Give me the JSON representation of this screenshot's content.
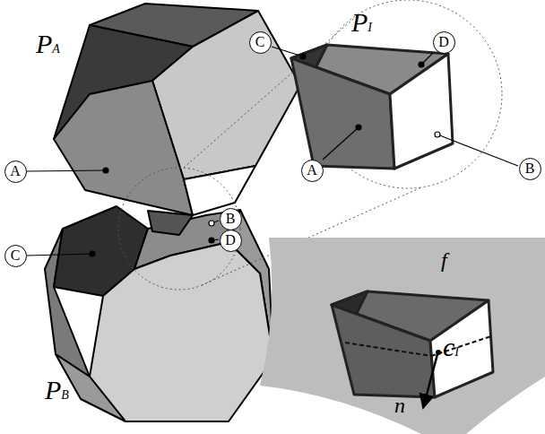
{
  "diagram": {
    "nodes": [
      {
        "text": [
          "A"
        ]
      },
      {
        "text": [
          "B"
        ]
      },
      {
        "text": [
          "C"
        ]
      },
      {
        "text": [
          "D"
        ]
      },
      {
        "text": [
          "C"
        ]
      },
      {
        "text": [
          "D"
        ]
      },
      {
        "text": [
          "A"
        ]
      },
      {
        "text": [
          "B"
        ]
      }
    ],
    "labels": [
      "PA",
      "PB",
      "PI",
      "f",
      "cI",
      "n"
    ]
  }
}
